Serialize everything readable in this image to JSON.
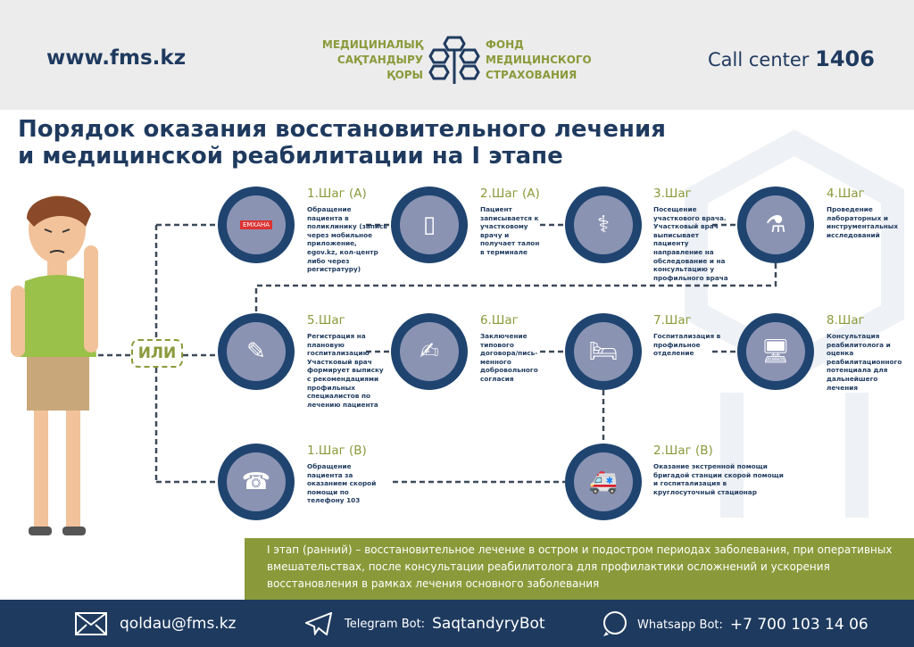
{
  "header": {
    "site": "www.fms.kz",
    "logo_kz": [
      "МЕДИЦИНАЛЫҚ",
      "САҚТАНДЫРУ",
      "ҚОРЫ"
    ],
    "logo_ru": [
      "ФОНД",
      "МЕДИЦИНСКОГО",
      "СТРАХОВАНИЯ"
    ],
    "call_label": "Call center",
    "call_number": "1406"
  },
  "title": [
    "Порядок оказания восстановительного лечения",
    "и медицинской реабилитации на I этапе"
  ],
  "or_label": "ИЛИ",
  "steps": [
    {
      "title": "1.Шаг (А)",
      "text": "Обращение пациента в поликлинику (запись через мобильное приложение, egov.kz, кол-центр либо через регистратуру)",
      "icon": "clinic-icon",
      "sign": "ЕМХАНА"
    },
    {
      "title": "2.Шаг (А)",
      "text": "Пациент записывается к участковому врачу и получает талон в терминале",
      "icon": "terminal-icon"
    },
    {
      "title": "3.Шаг",
      "text": "Посещение участкового врача. Участковый врач выписывает пациенту направление на обследование и на консультацию у профильного врача",
      "icon": "doctor-visit-icon"
    },
    {
      "title": "4.Шаг",
      "text": "Проведение лабораторных и инструментальных исследований",
      "icon": "laboratory-icon"
    },
    {
      "title": "5.Шаг",
      "text": "Регистрация на плановую госпитализацию Участковый врач формирует выписку с рекомендациями профильных специалистов по лечению пациента",
      "icon": "registration-icon"
    },
    {
      "title": "6.Шаг",
      "text": "Заключение типового договора/пись-менного добровольного согласия",
      "icon": "contract-icon"
    },
    {
      "title": "7.Шаг",
      "text": "Госпитализация в профильное отделение",
      "icon": "hospital-bed-icon"
    },
    {
      "title": "8.Шаг",
      "text": "Консультация реабилитолога и оценка реабилитационного потенциала для дальнейшего лечения",
      "icon": "consultation-icon"
    },
    {
      "title": "1.Шаг (В)",
      "text": "Обращение пациента за оказанием скорой помощи по телефону 103",
      "icon": "phone-call-icon"
    },
    {
      "title": "2.Шаг (В)",
      "text": "Оказание экстренной помощи бригадой станции скорой помощи и госпитализация в круглосуточный стационар",
      "icon": "ambulance-icon"
    }
  ],
  "banner": "I этап (ранний) – восстановительное лечение в остром и подостром периодах заболевания, при оперативных вмешательствах, после консультации реабилитолога для профилактики осложнений и ускорения восстановления в рамках лечения основного заболевания",
  "footer": {
    "email": "qoldau@fms.kz",
    "telegram_label": "Telegram Bot:",
    "telegram": "SaqtandyryBot",
    "whatsapp_label": "Whatsapp Bot:",
    "whatsapp": "+7 700 103 14 06"
  },
  "colors": {
    "navy": "#1f3a5f",
    "olive": "#8a9a3a",
    "circle": "#1f4470"
  }
}
